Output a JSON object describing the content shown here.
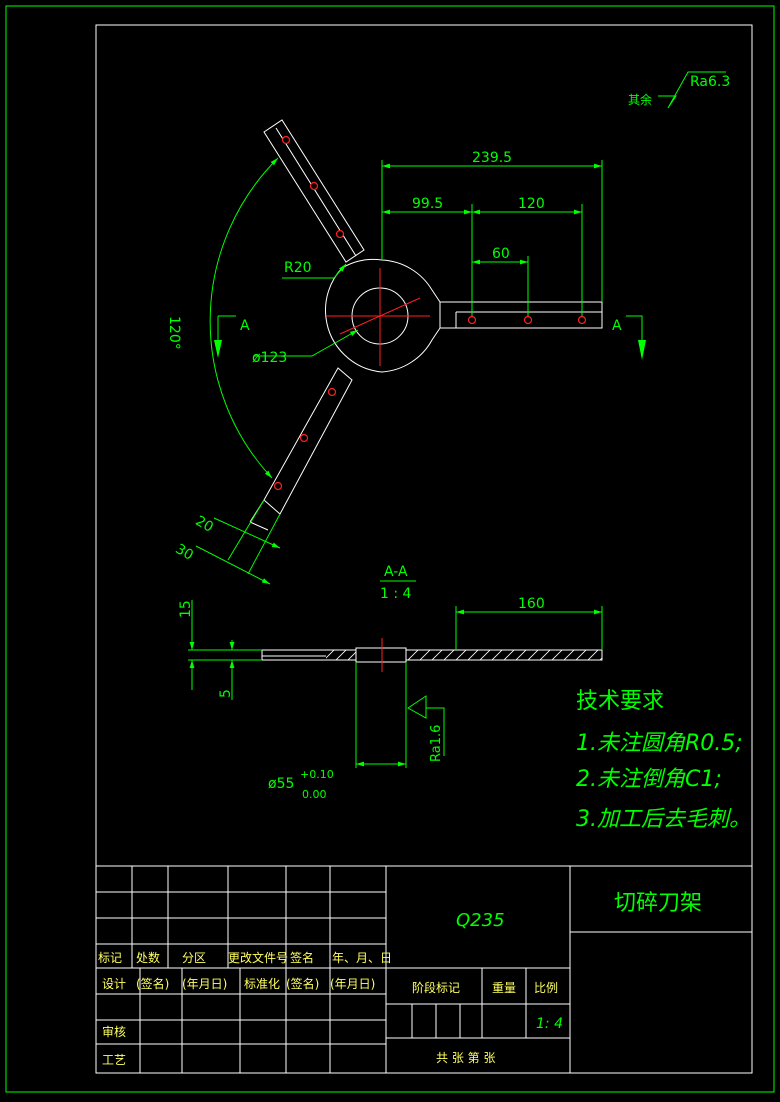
{
  "colors": {
    "background": "#000000",
    "outline": "#ffffff",
    "dimension": "#00ff00",
    "centerline": "#ff2020",
    "table_text": "#ffff60"
  },
  "surface_finish_general": {
    "prefix": "其余",
    "value": "Ra6.3"
  },
  "dimensions": {
    "d239_5": "239.5",
    "d99_5": "99.5",
    "d120": "120",
    "d60": "60",
    "r20": "R20",
    "d123": "ø123",
    "angle120": "120°",
    "d20": "20",
    "d30": "30",
    "d15": "15",
    "d5": "5",
    "d160": "160",
    "d55": "ø55",
    "d55_upper": "+0.10",
    "d55_lower": "0.00",
    "ra16": "Ra1.6"
  },
  "section_marks": {
    "left": "A",
    "right": "A"
  },
  "section_view": {
    "title": "A-A",
    "scale": "1 : 4"
  },
  "tech_requirements": {
    "title": "技术要求",
    "items": [
      "1.未注圆角R0.5;",
      "2.未注倒角C1;",
      "3.加工后去毛刺。"
    ]
  },
  "title_block": {
    "material": "Q235",
    "part_name": "切碎刀架",
    "scale_value": "1: 4",
    "headers": [
      "标记",
      "处数",
      "分区",
      "更改文件号",
      "签名",
      "年、月、日"
    ],
    "design_row": [
      "设计",
      "(签名)",
      "(年月日)",
      "标准化",
      "(签名)",
      "(年月日)"
    ],
    "stage_mark": "阶段标记",
    "weight": "重量",
    "ratio": "比例",
    "review": "审核",
    "process": "工艺",
    "sheets": "共    张    第    张"
  }
}
